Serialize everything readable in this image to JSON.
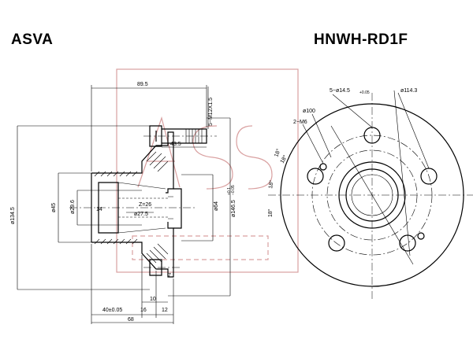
{
  "header": {
    "brand": "ASVA",
    "part_number": "HNWH-RD1F"
  },
  "side_view": {
    "overall_length": "89.5",
    "stud_thread": "5−M12X1.5",
    "stud_offset": "43.5",
    "flange_diameter": "ø134.5",
    "bore_diameter": "ø45",
    "inner_diameter": "ø29.6",
    "groove_width": "14",
    "spline_spec": "Z=26",
    "spline_pitch_dia": "ø27.5",
    "pilot_diameter": "ø64",
    "outer_diameter": "ø146.5",
    "outer_tolerance_hi": "+0.1",
    "outer_tolerance_lo": "−0.05",
    "step_7": "7",
    "step_10": "10",
    "base_length": "40±0.05",
    "step_16": "16",
    "step_12": "12",
    "total_length": "68"
  },
  "front_view": {
    "stud_holes": "5−ø14.5",
    "stud_holes_tol": "+0.05",
    "pcd": "ø114.3",
    "inner_pcd": "ø100",
    "threaded_holes": "2−M6",
    "angle_a": "18°",
    "angle_b": "18°",
    "angle_c": "18°",
    "angle_d": "18°"
  }
}
